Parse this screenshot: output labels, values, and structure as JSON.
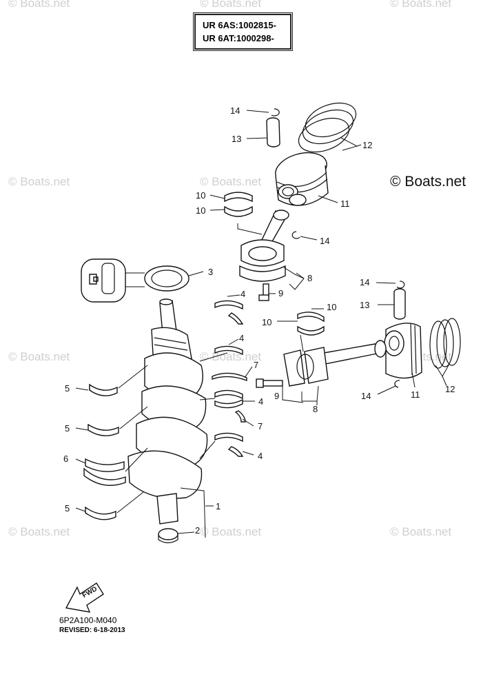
{
  "header": {
    "serial_lines": [
      "UR  6AS:1002815-",
      "UR  6AT:1000298-"
    ]
  },
  "copyright": "© Boats.net",
  "watermark_text": "© Boats.net",
  "callouts": {
    "c1": "1",
    "c2": "2",
    "c3": "3",
    "c4a": "4",
    "c4b": "4",
    "c4c": "4",
    "c4d": "4",
    "c5a": "5",
    "c5b": "5",
    "c5c": "5",
    "c6": "6",
    "c7a": "7",
    "c7b": "7",
    "c8a": "8",
    "c8b": "8",
    "c9a": "9",
    "c9b": "9",
    "c10a": "10",
    "c10b": "10",
    "c10c": "10",
    "c10d": "10",
    "c11a": "11",
    "c11b": "11",
    "c12a": "12",
    "c12b": "12",
    "c13a": "13",
    "c13b": "13",
    "c14a": "14",
    "c14b": "14",
    "c14c": "14",
    "c14d": "14"
  },
  "fwd_label": "FWD",
  "footer": {
    "code": "6P2A100-M040",
    "revised": "REVISED: 6-18-2013"
  }
}
